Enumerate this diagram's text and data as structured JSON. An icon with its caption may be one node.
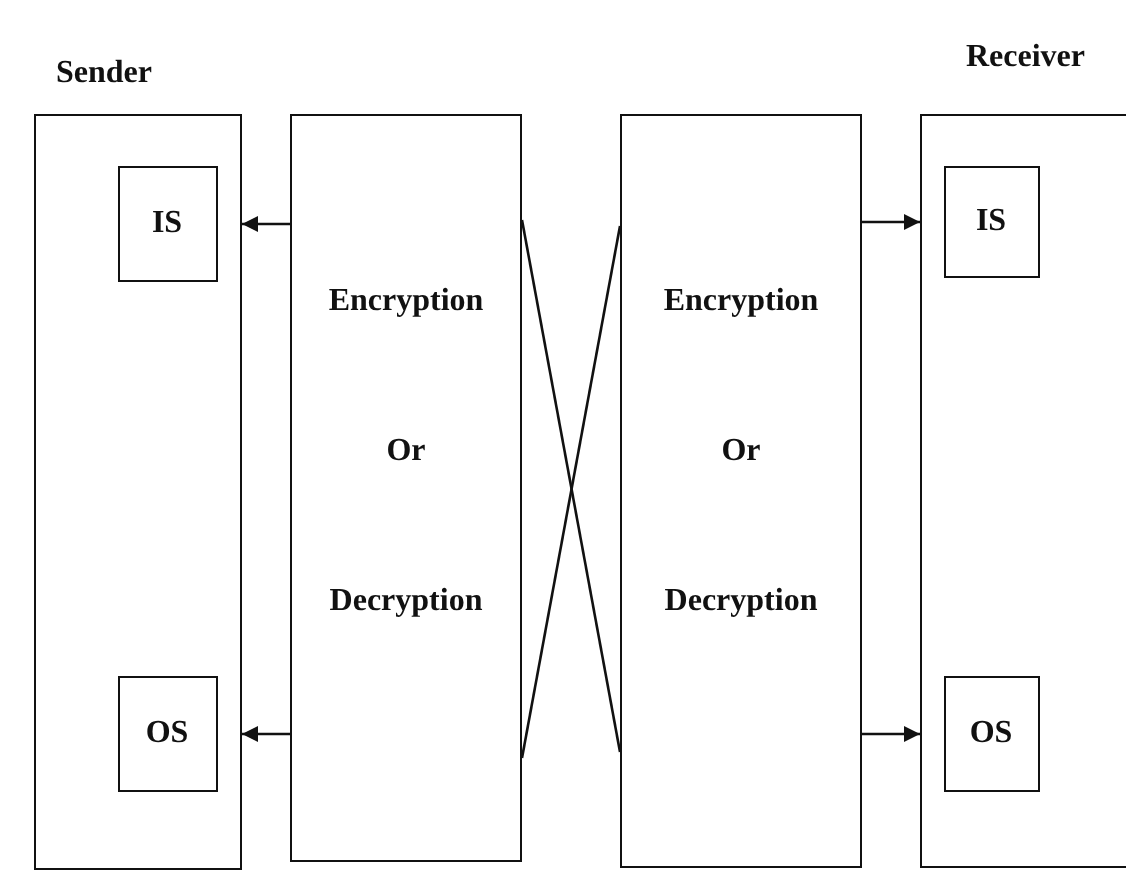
{
  "diagram": {
    "nodes": [
      {
        "text": [
          "Sender"
        ]
      },
      {
        "text": [
          "IS"
        ],
        "in": 0
      },
      {
        "text": [
          "OS"
        ],
        "in": 0
      },
      {
        "text": [
          "Encryption",
          "Or",
          "Decryption"
        ]
      },
      {
        "text": [
          "Encryption",
          "Or",
          "Decryption"
        ]
      },
      {
        "text": [
          "Receiver"
        ]
      },
      {
        "text": [
          "IS"
        ],
        "in": 5
      },
      {
        "text": [
          "OS"
        ],
        "in": 5
      }
    ],
    "edges": [
      {
        "from": 3,
        "to": 1,
        "arrow": "to"
      },
      {
        "from": 3,
        "to": 2,
        "arrow": "to"
      },
      {
        "from": 3,
        "to": 4,
        "arrow": "none"
      },
      {
        "from": 4,
        "to": 3,
        "arrow": "none"
      },
      {
        "from": 4,
        "to": 6,
        "arrow": "to"
      },
      {
        "from": 4,
        "to": 7,
        "arrow": "to"
      }
    ]
  }
}
